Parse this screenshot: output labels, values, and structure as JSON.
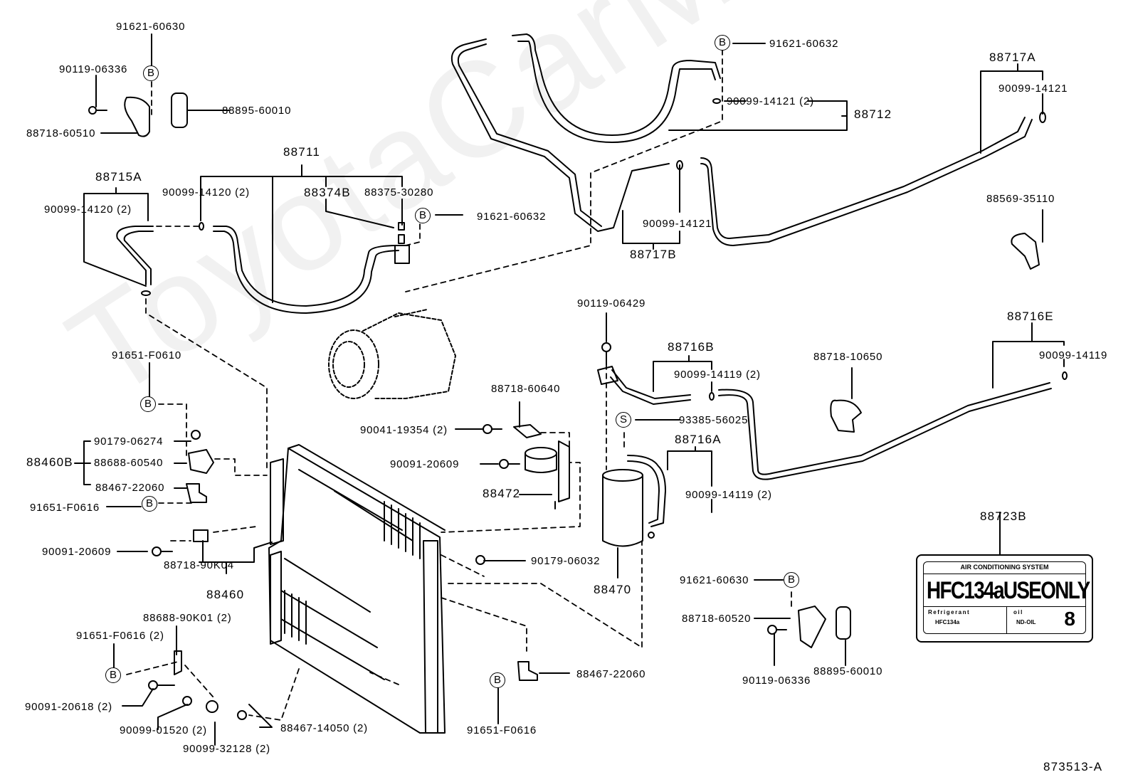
{
  "diagram": {
    "title": "Air conditioning piping exploded parts diagram",
    "figure_id": "873513-A",
    "watermark": "ToyotaCarMine.ru",
    "tags": {
      "bolt_tag": "B",
      "seal_tag": "S"
    },
    "parts": {
      "p_91621_60630_top": "91621-60630",
      "p_90119_06336_top": "90119-06336",
      "p_88895_60010_top": "88895-60010",
      "p_88718_60510": "88718-60510",
      "p_88711": "88711",
      "p_88715A": "88715A",
      "p_90099_14120_2a": "90099-14120 (2)",
      "p_90099_14120_2b": "90099-14120 (2)",
      "p_88374B": "88374B",
      "p_88375_30280": "88375-30280",
      "p_91621_60632_mid": "91621-60632",
      "p_91621_60632_top": "91621-60632",
      "p_90099_14121_2": "90099-14121 (2)",
      "p_88712": "88712",
      "p_88717A": "88717A",
      "p_90099_14121_a": "90099-14121",
      "p_90099_14121_b": "90099-14121",
      "p_88717B": "88717B",
      "p_88569_35110": "88569-35110",
      "p_90119_06429": "90119-06429",
      "p_88716B": "88716B",
      "p_90099_14119_2a": "90099-14119 (2)",
      "p_93385_56025": "93385-56025",
      "p_88716A": "88716A",
      "p_90099_14119_2b": "90099-14119 (2)",
      "p_88470": "88470",
      "p_88718_10650": "88718-10650",
      "p_88716E": "88716E",
      "p_90099_14119": "90099-14119",
      "p_88723B": "88723B",
      "p_91651_F0610": "91651-F0610",
      "p_88460B": "88460B",
      "p_90179_06274": "90179-06274",
      "p_88688_60540": "88688-60540",
      "p_88467_22060_left": "88467-22060",
      "p_91651_F0616_left": "91651-F0616",
      "p_90091_20609_left": "90091-20609",
      "p_88718_90K04": "88718-90K04",
      "p_88460": "88460",
      "p_88688_90K01_2": "88688-90K01 (2)",
      "p_91651_F0616_2": "91651-F0616 (2)",
      "p_90091_20618_2": "90091-20618 (2)",
      "p_90099_01520_2": "90099-01520 (2)",
      "p_90099_32128_2": "90099-32128 (2)",
      "p_88467_14050_2": "88467-14050 (2)",
      "p_88718_60640": "88718-60640",
      "p_90041_19354_2": "90041-19354 (2)",
      "p_90091_20609_mid": "90091-20609",
      "p_88472": "88472",
      "p_90179_06032": "90179-06032",
      "p_88467_22060_bottom": "88467-22060",
      "p_91651_F0616_bottom": "91651-F0616",
      "p_91621_60630_bottom": "91621-60630",
      "p_88718_60520": "88718-60520",
      "p_90119_06336_bottom": "90119-06336",
      "p_88895_60010_bottom": "88895-60010"
    },
    "decal": {
      "header": "AIR CONDITIONING SYSTEM",
      "main": "HFC134aUSEONLY",
      "refrigerant_label": "Refrigerant",
      "refrigerant_value": "HFC134a",
      "oil_label": "oil",
      "oil_value": "ND-OIL",
      "oil_number": "8"
    }
  }
}
